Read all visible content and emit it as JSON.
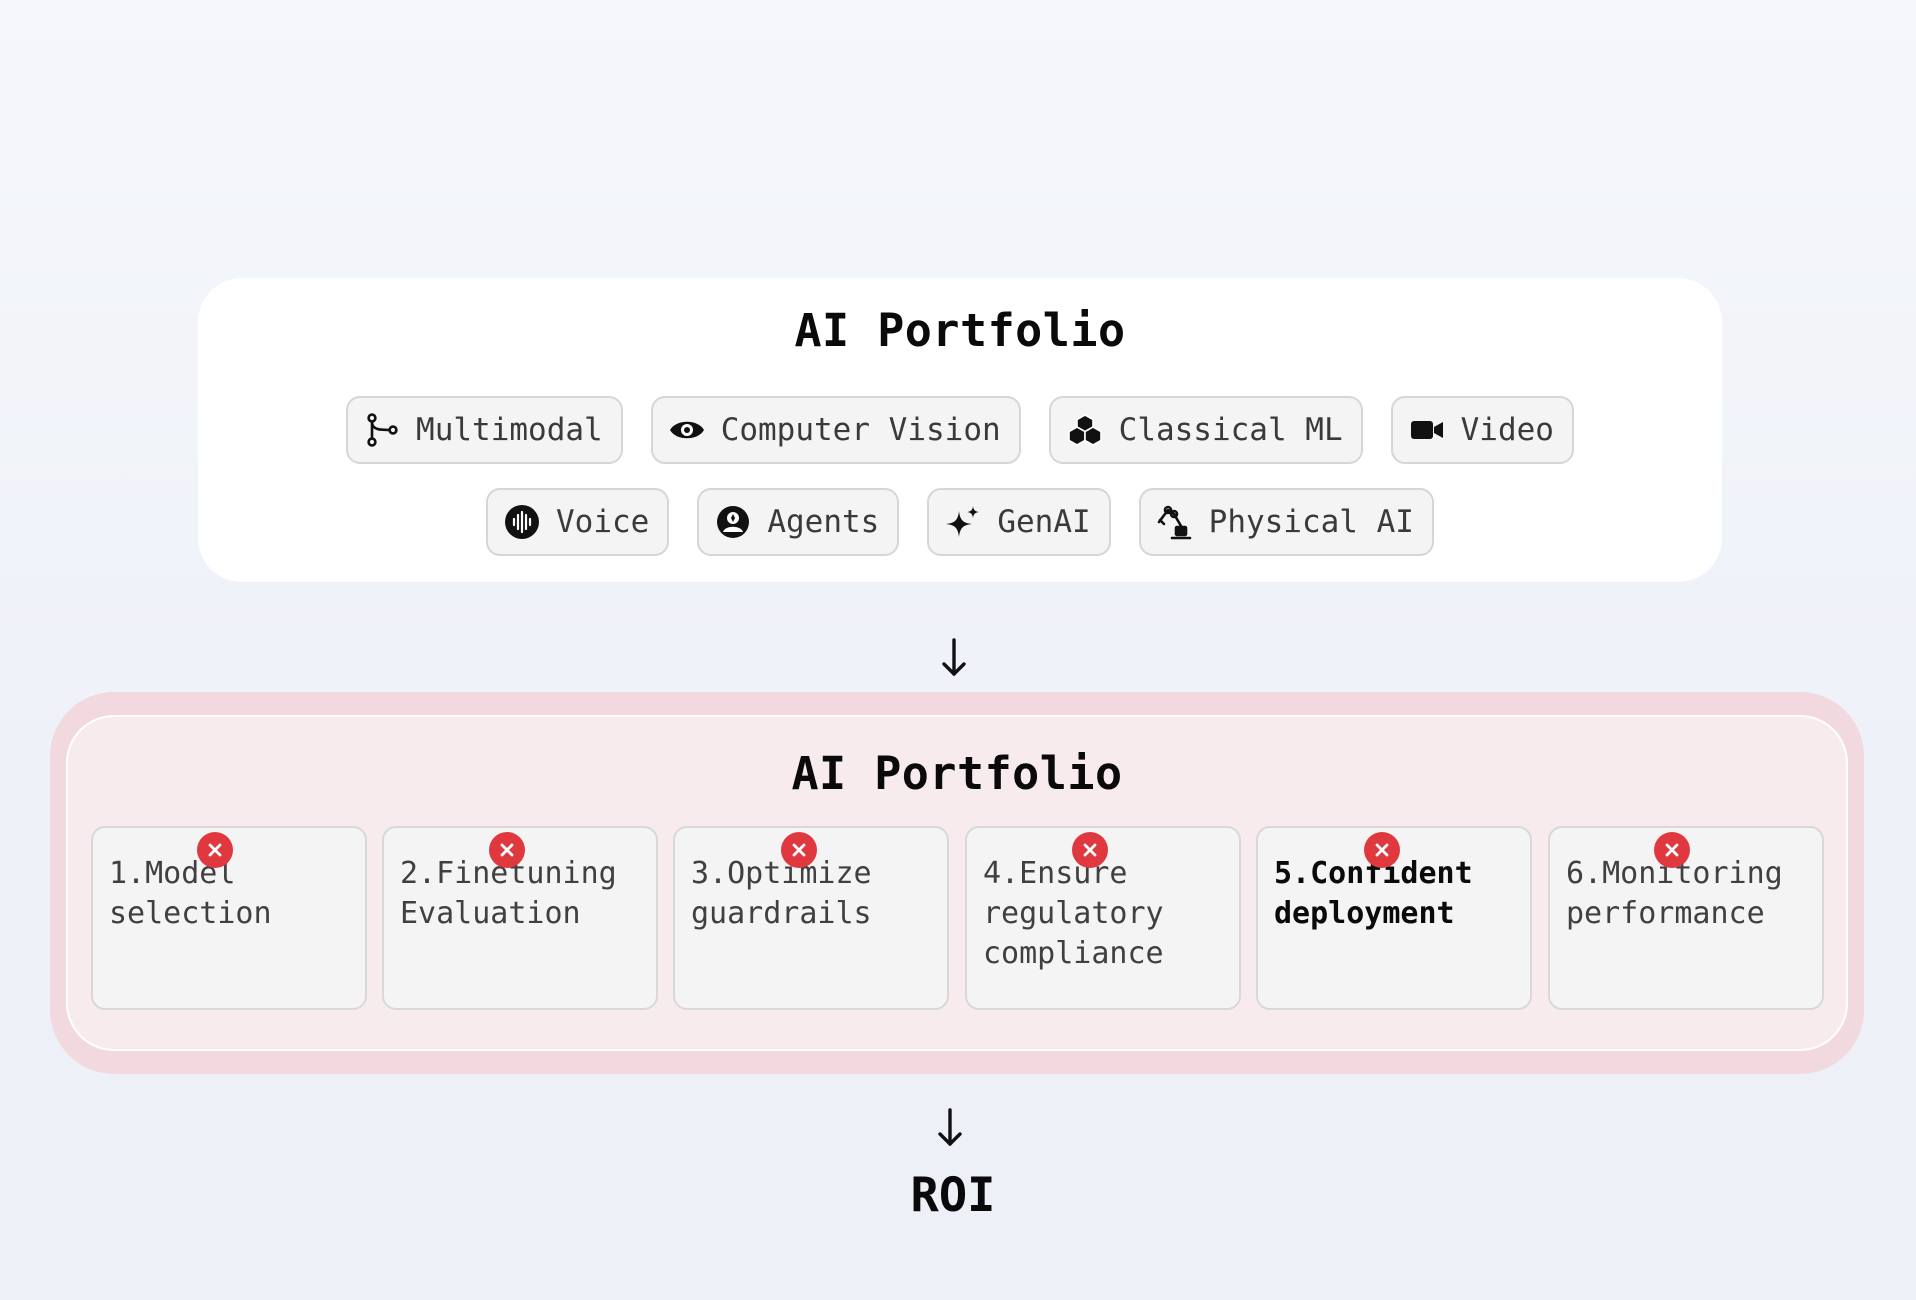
{
  "top_card": {
    "title": "AI Portfolio",
    "chips_row1": [
      {
        "label": "Multimodal",
        "icon": "branch-icon"
      },
      {
        "label": "Computer Vision",
        "icon": "eye-icon"
      },
      {
        "label": "Classical ML",
        "icon": "cubes-icon"
      },
      {
        "label": "Video",
        "icon": "video-camera-icon"
      }
    ],
    "chips_row2": [
      {
        "label": "Voice",
        "icon": "waveform-icon"
      },
      {
        "label": "Agents",
        "icon": "agent-face-icon"
      },
      {
        "label": "GenAI",
        "icon": "sparkle-icon"
      },
      {
        "label": "Physical AI",
        "icon": "robot-arm-icon"
      }
    ]
  },
  "bottom_card": {
    "title": "AI Portfolio",
    "steps": [
      {
        "text": "1.Model selection",
        "status": "failed",
        "highlighted": false
      },
      {
        "text": "2.Finetuning Evaluation",
        "status": "failed",
        "highlighted": false
      },
      {
        "text": "3.Optimize guardrails",
        "status": "failed",
        "highlighted": false
      },
      {
        "text": "4.Ensure regulatory compliance",
        "status": "failed",
        "highlighted": false
      },
      {
        "text": "5.Confident deployment",
        "status": "failed",
        "highlighted": true
      },
      {
        "text": "6.Monitoring performance",
        "status": "failed",
        "highlighted": false
      }
    ]
  },
  "result": {
    "label": "ROI"
  },
  "colors": {
    "background": "#f3f5fa",
    "frame_pink": "#f2d9df",
    "inner_pink": "#f7ebee",
    "badge_red": "#e0383f"
  }
}
